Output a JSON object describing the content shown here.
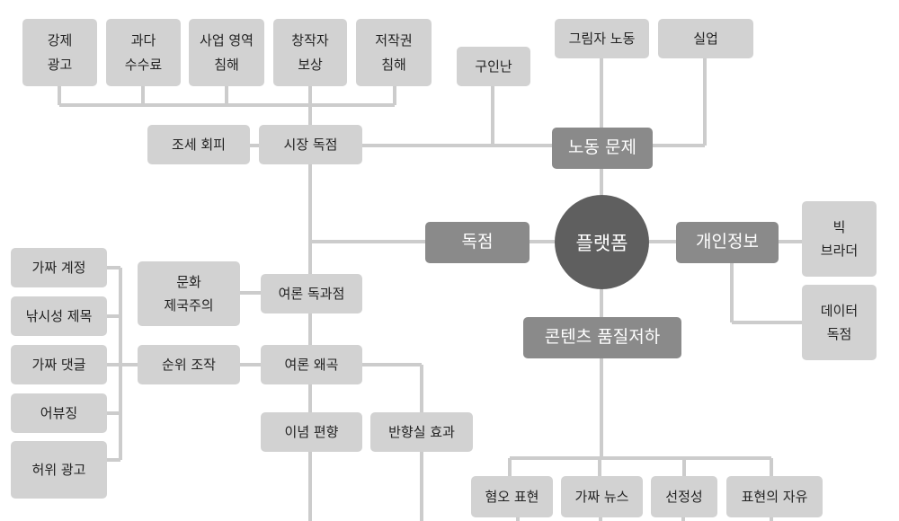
{
  "center": "플랫폼",
  "branches": {
    "monopoly": "독점",
    "labor": "노동 문제",
    "privacy": "개인정보",
    "content": "콘텐츠 품질저하"
  },
  "monopoly_nodes": {
    "market_monopoly": "시장 독점",
    "tax_avoidance": "조세 회피",
    "forced_ads": "강제\n광고",
    "excess_fees": "과다\n수수료",
    "business_infringement": "사업 영역\n침해",
    "creator_compensation": "창작자\n보상",
    "copyright_infringement": "저작권\n침해",
    "opinion_oligopoly": "여론 독과점",
    "cultural_imperialism": "문화\n제국주의",
    "opinion_distortion": "여론 왜곡",
    "rank_manipulation": "순위 조작",
    "ideological_bias": "이념 편향",
    "echo_chamber": "반향실 효과",
    "fake_account": "가짜 계정",
    "clickbait": "낚시성 제목",
    "fake_comment": "가짜 댓글",
    "abusing": "어뷰징",
    "false_ad": "허위 광고"
  },
  "labor_nodes": {
    "job_difficulty": "구인난",
    "shadow_labor": "그림자 노동",
    "unemployment": "실업"
  },
  "privacy_nodes": {
    "big_brother": "빅\n브라더",
    "data_monopoly": "데이터\n독점"
  },
  "content_nodes": {
    "hate_speech": "혐오 표현",
    "fake_news": "가짜 뉴스",
    "sensationalism": "선정성",
    "free_speech": "표현의 자유"
  }
}
